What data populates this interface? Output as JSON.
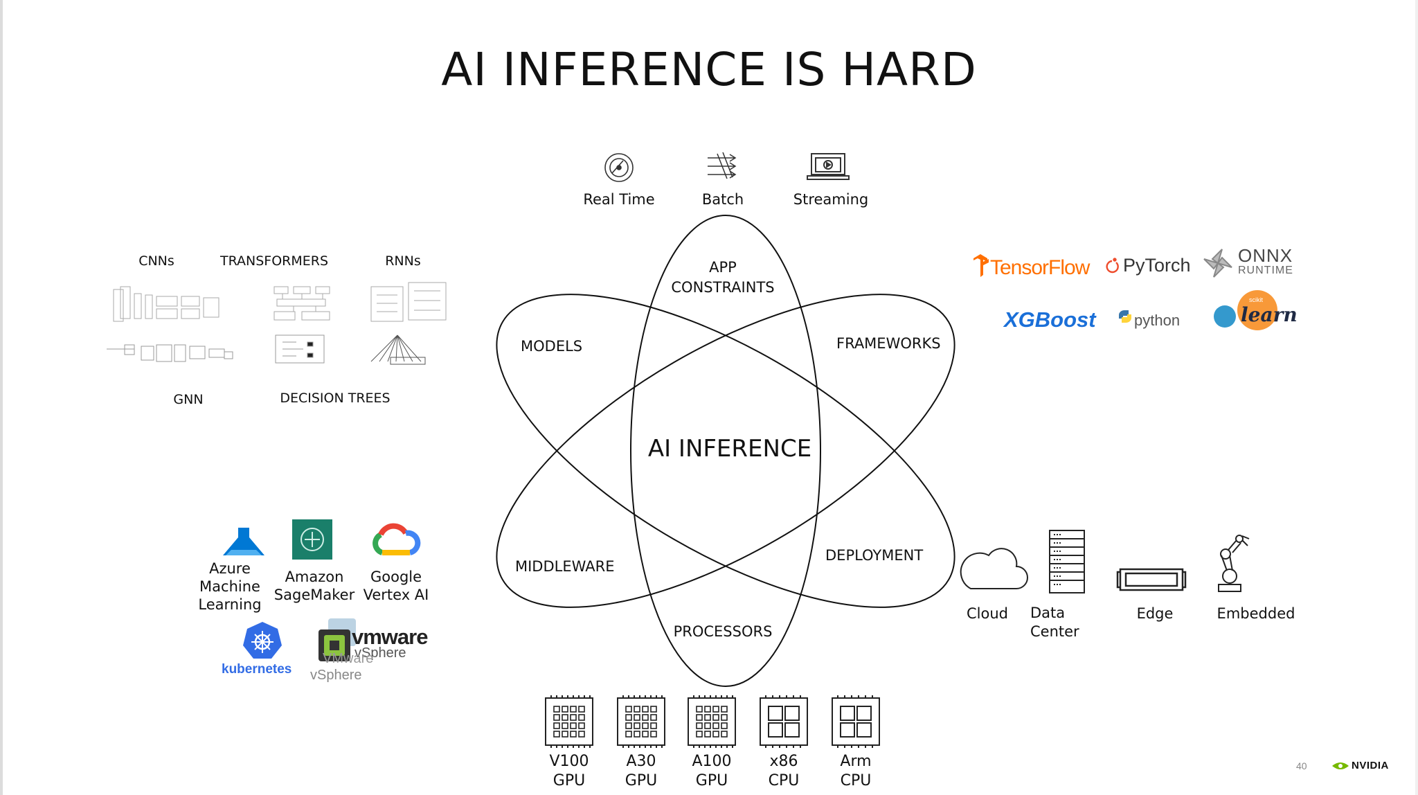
{
  "title": "AI INFERENCE IS HARD",
  "center": "AI INFERENCE",
  "petals": {
    "app_constraints": [
      "APP",
      "CONSTRAINTS"
    ],
    "models": "MODELS",
    "frameworks": "FRAMEWORKS",
    "middleware": "MIDDLEWARE",
    "deployment": "DEPLOYMENT",
    "processors": "PROCESSORS"
  },
  "constraints": [
    {
      "label": "Real Time",
      "icon": "gauge-icon"
    },
    {
      "label": "Batch",
      "icon": "batch-arrows-icon"
    },
    {
      "label": "Streaming",
      "icon": "laptop-play-icon"
    }
  ],
  "models": {
    "cnns": "CNNs",
    "transformers": "TRANSFORMERS",
    "rnns": "RNNs",
    "gnn": "GNN",
    "decision_trees": "DECISION TREES"
  },
  "frameworks": {
    "tensorflow": "TensorFlow",
    "pytorch": "PyTorch",
    "onnx": "ONNX",
    "onnx_runtime": "RUNTIME",
    "xgboost": "XGBoost",
    "python": "python",
    "sklearn": "learn",
    "sklearn_small": "scikit"
  },
  "middleware": {
    "azure": [
      "Azure",
      "Machine",
      "Learning"
    ],
    "sagemaker": [
      "Amazon",
      "SageMaker"
    ],
    "vertex": [
      "Google",
      "Vertex AI"
    ],
    "kubernetes": "kubernetes",
    "vmware": "vmware",
    "vsphere": "vSphere",
    "vsphere2": "vSphere",
    "vmware2": "VMware"
  },
  "deployment": [
    {
      "lines": [
        "Cloud"
      ],
      "icon": "cloud-icon"
    },
    {
      "lines": [
        "Data",
        "Center"
      ],
      "icon": "server-rack-icon"
    },
    {
      "lines": [
        "Edge"
      ],
      "icon": "edge-device-icon"
    },
    {
      "lines": [
        "Embedded"
      ],
      "icon": "robot-arm-icon"
    }
  ],
  "processors": [
    {
      "lines": [
        "V100",
        "GPU"
      ]
    },
    {
      "lines": [
        "A30",
        "GPU"
      ]
    },
    {
      "lines": [
        "A100",
        "GPU"
      ]
    },
    {
      "lines": [
        "x86",
        "CPU"
      ]
    },
    {
      "lines": [
        "Arm",
        "CPU"
      ]
    }
  ],
  "page_number": "40",
  "brand": "NVIDIA",
  "colors": {
    "nvidia_green": "#76b900",
    "tensorflow_orange": "#ff6f00",
    "pytorch_red": "#ee4c2c",
    "xgboost_blue": "#1a6fd8",
    "kubernetes_blue": "#326ce5",
    "azure_blue": "#0078d4",
    "sagemaker_teal": "#1a7f6a"
  }
}
